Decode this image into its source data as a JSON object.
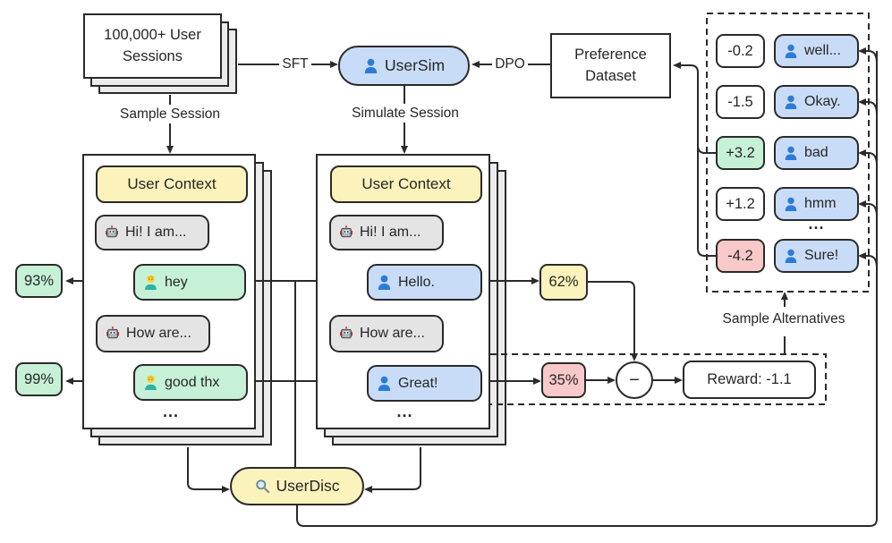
{
  "colors": {
    "blue_fill": "#c9dcf7",
    "yellow_fill": "#fbf3bb",
    "green_fill": "#c6f1d6",
    "red_fill": "#f9c8c8",
    "gray_fill": "#e4e4e4",
    "stack_fill": "#ececec",
    "line": "#2a2a2a",
    "user_icon_blue": "#2b7cd8",
    "person_head_yellow": "#fdd02e",
    "person_body_teal": "#2bb3a3"
  },
  "sessions_stack": {
    "line1": "100,000+ User",
    "line2": "Sessions"
  },
  "flow_labels": {
    "sft": "SFT",
    "dpo": "DPO",
    "sample_session": "Sample Session",
    "simulate_session": "Simulate Session",
    "sample_alternatives": "Sample Alternatives"
  },
  "usersim": {
    "icon": "user-blue-icon",
    "label": "UserSim"
  },
  "userdisc": {
    "icon": "magnifier-icon",
    "label": "UserDisc"
  },
  "preference_dataset": {
    "line1": "Preference",
    "line2": "Dataset"
  },
  "real_panel": {
    "header": "User Context",
    "messages": [
      {
        "icon": "robot-icon",
        "text": "Hi! I am..."
      },
      {
        "icon": "person-icon",
        "text": "hey"
      },
      {
        "icon": "robot-icon",
        "text": "How are..."
      },
      {
        "icon": "person-icon",
        "text": "good thx"
      }
    ],
    "ellipsis": "...",
    "scores": [
      {
        "value": "93%"
      },
      {
        "value": "99%"
      }
    ]
  },
  "sim_panel": {
    "header": "User Context",
    "messages": [
      {
        "icon": "robot-icon",
        "text": "Hi! I am..."
      },
      {
        "icon": "user-blue-icon",
        "text": "Hello."
      },
      {
        "icon": "robot-icon",
        "text": "How are..."
      },
      {
        "icon": "user-blue-icon",
        "text": "Great!"
      }
    ],
    "ellipsis": "...",
    "scores": [
      {
        "value": "62%"
      },
      {
        "value": "35%"
      }
    ]
  },
  "comparison": {
    "minus": "−",
    "reward": "Reward: -1.1"
  },
  "alternatives": {
    "ellipsis": "...",
    "items": [
      {
        "score": "-0.2",
        "score_type": "neutral",
        "icon": "user-blue-icon",
        "text": "well..."
      },
      {
        "score": "-1.5",
        "score_type": "neutral",
        "icon": "user-blue-icon",
        "text": "Okay."
      },
      {
        "score": "+3.2",
        "score_type": "positive",
        "icon": "user-blue-icon",
        "text": "bad"
      },
      {
        "score": "+1.2",
        "score_type": "neutral",
        "icon": "user-blue-icon",
        "text": "hmm"
      },
      {
        "score": "-4.2",
        "score_type": "negative",
        "icon": "user-blue-icon",
        "text": "Sure!"
      }
    ]
  }
}
